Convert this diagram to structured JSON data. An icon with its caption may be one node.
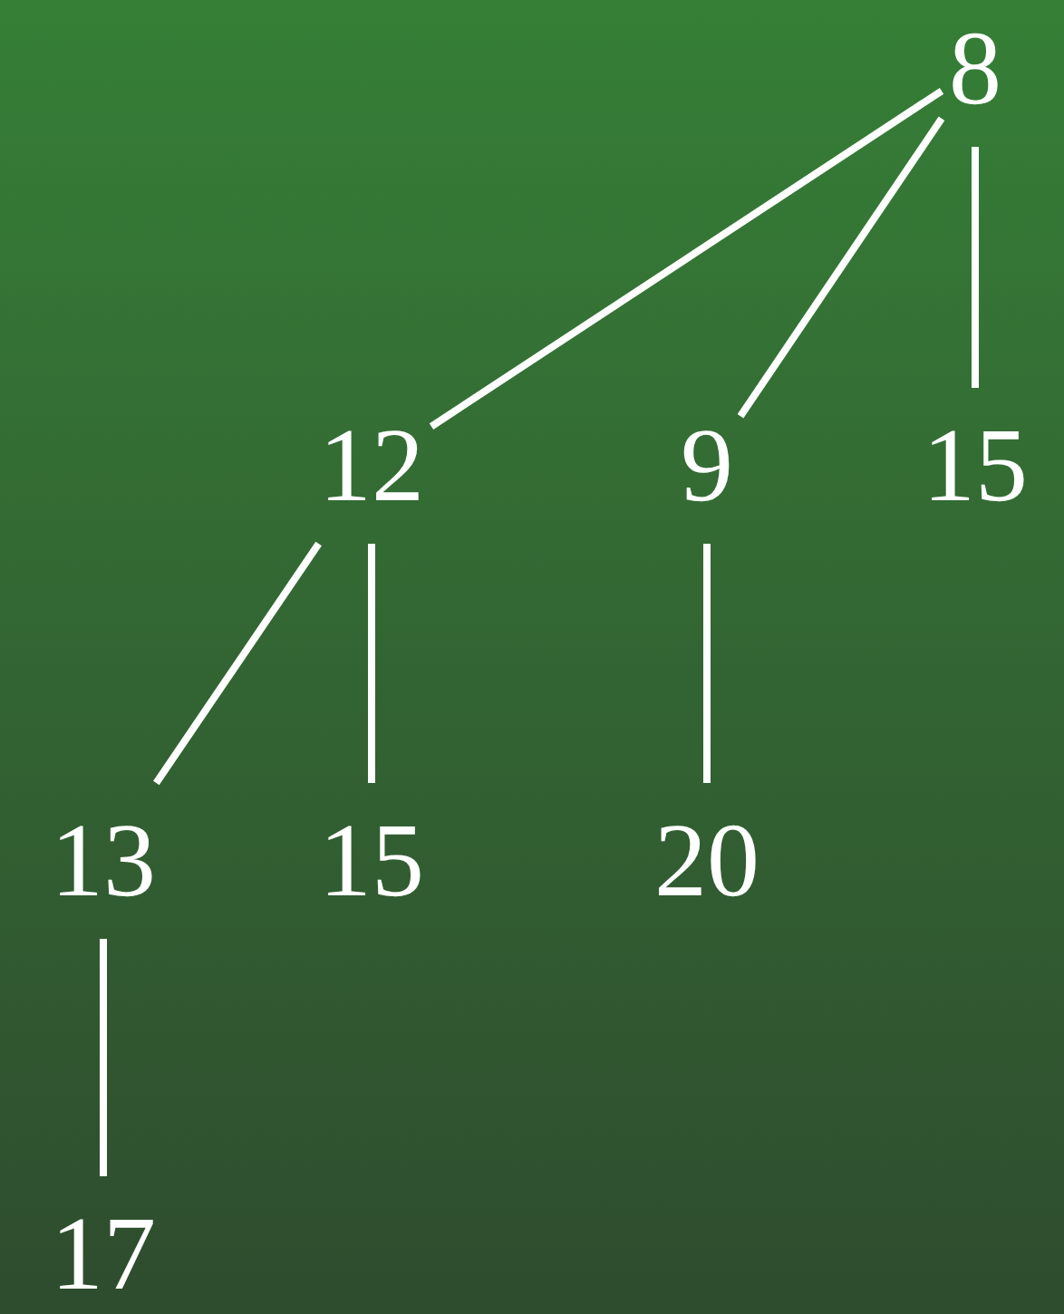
{
  "diagram": {
    "nodes": [
      {
        "text": [
          "8"
        ]
      },
      {
        "text": [
          "12"
        ]
      },
      {
        "text": [
          "9"
        ]
      },
      {
        "text": [
          "15"
        ]
      },
      {
        "text": [
          "13"
        ]
      },
      {
        "text": [
          "15"
        ]
      },
      {
        "text": [
          "20"
        ]
      },
      {
        "text": [
          "17"
        ]
      }
    ],
    "edges": [
      {
        "from": 0,
        "to": 1,
        "arrow": "none"
      },
      {
        "from": 0,
        "to": 2,
        "arrow": "none"
      },
      {
        "from": 0,
        "to": 3,
        "arrow": "none"
      },
      {
        "from": 1,
        "to": 4,
        "arrow": "none"
      },
      {
        "from": 1,
        "to": 5,
        "arrow": "none"
      },
      {
        "from": 2,
        "to": 6,
        "arrow": "none"
      },
      {
        "from": 4,
        "to": 7,
        "arrow": "none"
      }
    ]
  }
}
